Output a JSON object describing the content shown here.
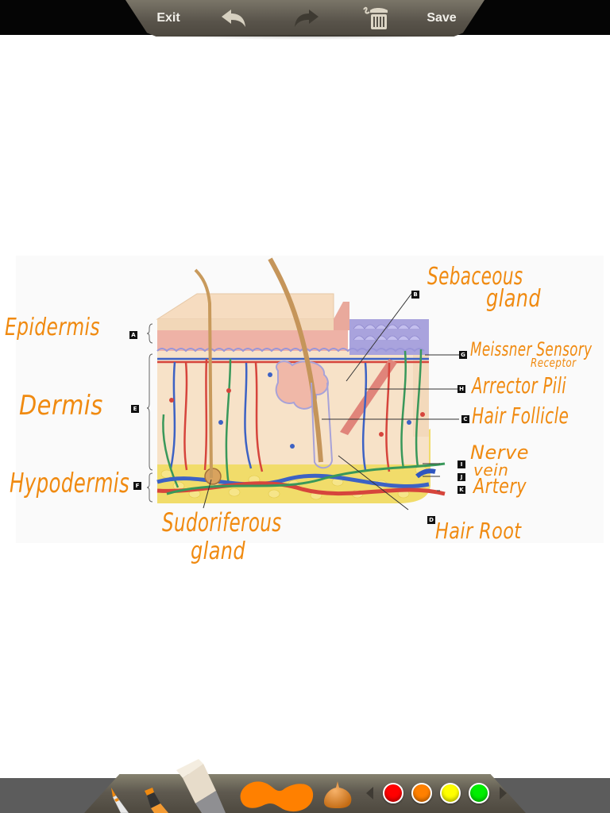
{
  "toolbar": {
    "exit_label": "Exit",
    "save_label": "Save",
    "undo_icon": "undo-arrow-icon",
    "redo_icon": "redo-arrow-icon",
    "clear_icon": "trash-clear-icon"
  },
  "diagram": {
    "markers": {
      "A": "A",
      "B": "B",
      "C": "C",
      "D": "D",
      "E": "E",
      "F": "F",
      "G": "G",
      "H": "H",
      "I": "I",
      "J": "J",
      "K": "K"
    }
  },
  "annotations": {
    "epidermis": "Epidermis",
    "dermis": "Dermis",
    "hypodermis": "Hypodermis",
    "sebaceous_line1": "Sebaceous",
    "sebaceous_line2": "gland",
    "meissner_line1": "Meissner Sensory",
    "meissner_line2": "Receptor",
    "arrector": "Arrector Pili",
    "hair_follicle": "Hair Follicle",
    "nerve": "Nerve",
    "vein": "vein",
    "artery": "Artery",
    "hair_root": "Hair Root",
    "sudoriferous_line1": "Sudoriferous",
    "sudoriferous_line2": "gland"
  },
  "tools": {
    "items": [
      "pen",
      "marker",
      "eraser",
      "brush-stroke-preview",
      "ink-drop-color"
    ],
    "active_color": "#ff8000"
  },
  "palette": {
    "colors": [
      {
        "name": "red",
        "hex": "#ff0000"
      },
      {
        "name": "orange",
        "hex": "#ff8000"
      },
      {
        "name": "yellow",
        "hex": "#ffff00"
      },
      {
        "name": "green",
        "hex": "#00ee00"
      }
    ]
  },
  "colors": {
    "ink": "#f08a10",
    "toolbar": "#5f5a50",
    "top_strip": "#050505",
    "bottom_strip": "#5c5c5c"
  }
}
